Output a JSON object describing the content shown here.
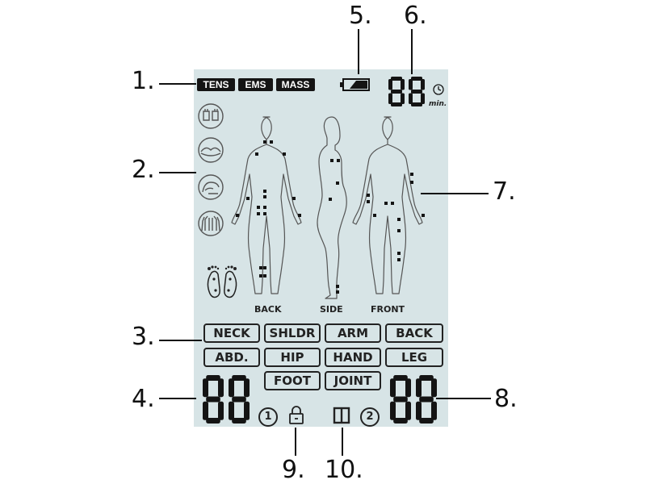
{
  "callouts": [
    "1.",
    "2.",
    "3.",
    "4.",
    "5.",
    "6.",
    "7.",
    "8.",
    "9.",
    "10."
  ],
  "modes": [
    "TENS",
    "EMS",
    "MASS"
  ],
  "timer": {
    "digits": "88",
    "unit": "min."
  },
  "program_display_left": "88",
  "program_display_right": "88",
  "channels": [
    "1",
    "2"
  ],
  "views": [
    "BACK",
    "SIDE",
    "FRONT"
  ],
  "body_parts": [
    "NECK",
    "SHLDR",
    "ARM",
    "BACK",
    "ABD.",
    "HIP",
    "HAND",
    "LEG",
    "FOOT",
    "JOINT"
  ],
  "icons": [
    "battery-icon",
    "clock-icon",
    "lock-icon",
    "pause-icon",
    "fist-icon",
    "cupped-hands-icon",
    "grab-hand-icon",
    "palms-icon",
    "feet-icon"
  ],
  "colors": {
    "lcd_background": "#d7e4e6",
    "segment": "#141414"
  }
}
